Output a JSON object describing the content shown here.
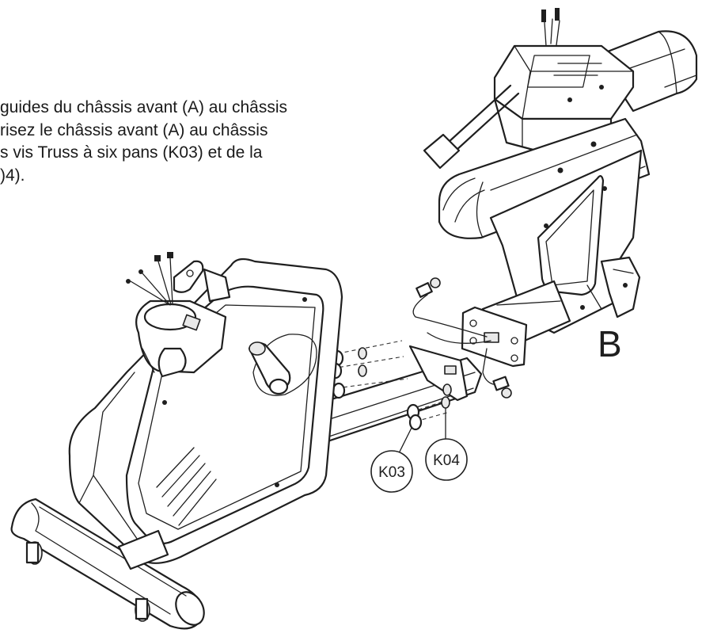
{
  "instructions": {
    "lines": [
      "guides du châssis avant (A) au châssis",
      "risez le châssis avant (A) au châssis",
      "s vis Truss à six pans (K03) et de la",
      ")4)."
    ]
  },
  "labels": {
    "frame_b": "B",
    "part_k03": "K03",
    "part_k04": "K04"
  },
  "icons": [
    "exercise-bike-rear-frame",
    "exercise-bike-front-frame",
    "truss-screw-icon",
    "washer-icon"
  ]
}
